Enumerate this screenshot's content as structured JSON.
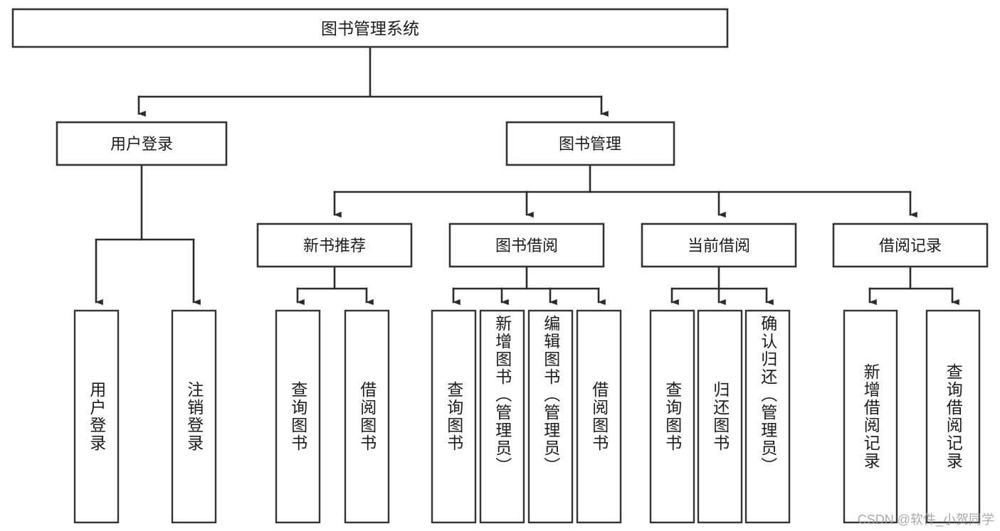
{
  "diagram": {
    "type": "tree",
    "title": "图书管理系统",
    "watermark": "CSDN @软件_小贺同学",
    "root": {
      "id": "root",
      "label": "图书管理系统",
      "orientation": "horizontal"
    },
    "level2": [
      {
        "id": "user-login",
        "label": "用户登录",
        "orientation": "horizontal"
      },
      {
        "id": "book-manage",
        "label": "图书管理",
        "orientation": "horizontal"
      }
    ],
    "level3": [
      {
        "id": "new-book-recommend",
        "label": "新书推荐",
        "orientation": "horizontal",
        "parent": "book-manage"
      },
      {
        "id": "book-borrow",
        "label": "图书借阅",
        "orientation": "horizontal",
        "parent": "book-manage"
      },
      {
        "id": "current-borrow",
        "label": "当前借阅",
        "orientation": "horizontal",
        "parent": "book-manage"
      },
      {
        "id": "borrow-record",
        "label": "借阅记录",
        "orientation": "horizontal",
        "parent": "book-manage"
      }
    ],
    "leaves": [
      {
        "id": "leaf-user-login",
        "label": "用户登录",
        "parent": "user-login",
        "orientation": "vertical"
      },
      {
        "id": "leaf-user-logout",
        "label": "注销登录",
        "parent": "user-login",
        "orientation": "vertical"
      },
      {
        "id": "leaf-query-book-1",
        "label": "查询图书",
        "parent": "new-book-recommend",
        "orientation": "vertical"
      },
      {
        "id": "leaf-borrow-book-1",
        "label": "借阅图书",
        "parent": "new-book-recommend",
        "orientation": "vertical"
      },
      {
        "id": "leaf-query-book-2",
        "label": "查询图书",
        "parent": "book-borrow",
        "orientation": "vertical"
      },
      {
        "id": "leaf-add-book",
        "label": "新增图书（管理员）",
        "parent": "book-borrow",
        "orientation": "vertical"
      },
      {
        "id": "leaf-edit-book",
        "label": "编辑图书（管理员）",
        "parent": "book-borrow",
        "orientation": "vertical"
      },
      {
        "id": "leaf-borrow-book-2",
        "label": "借阅图书",
        "parent": "book-borrow",
        "orientation": "vertical"
      },
      {
        "id": "leaf-query-book-3",
        "label": "查询图书",
        "parent": "current-borrow",
        "orientation": "vertical"
      },
      {
        "id": "leaf-return-book",
        "label": "归还图书",
        "parent": "current-borrow",
        "orientation": "vertical"
      },
      {
        "id": "leaf-confirm-return",
        "label": "确认归还（管理员）",
        "parent": "current-borrow",
        "orientation": "vertical"
      },
      {
        "id": "leaf-add-record",
        "label": "新增借阅记录",
        "parent": "borrow-record",
        "orientation": "vertical"
      },
      {
        "id": "leaf-query-record",
        "label": "查询借阅记录",
        "parent": "borrow-record",
        "orientation": "vertical"
      }
    ],
    "colors": {
      "box_fill": "#ffffff",
      "box_stroke": "#333333",
      "connector": "#2b2b2b",
      "text": "#1b1b1b",
      "watermark": "#9a9a9a",
      "background": "#ffffff"
    }
  }
}
